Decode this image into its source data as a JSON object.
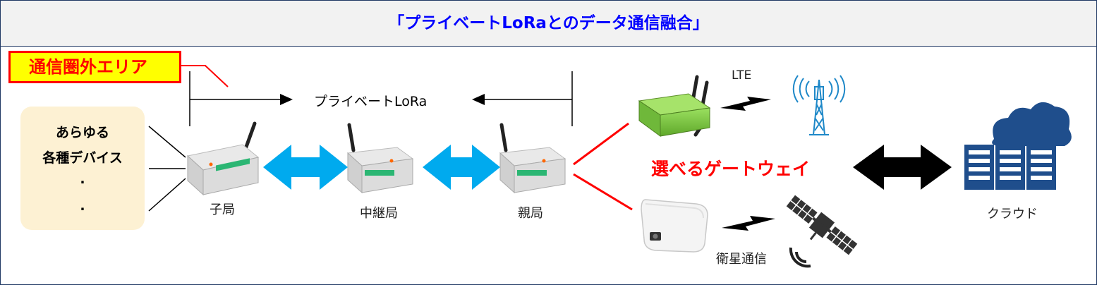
{
  "title": "「プライベートLoRaとのデータ通信融合」",
  "out_of_range_label": "通信圏外エリア",
  "devices": [
    "あらゆる",
    "各種デバイス",
    ".",
    "."
  ],
  "private_lora_label": "プライベートLoRa",
  "nodes": {
    "child": "子局",
    "relay": "中継局",
    "parent": "親局"
  },
  "gateway_label": "選べるゲートウェイ",
  "lte_label": "LTE",
  "satellite_label": "衛星通信",
  "cloud_label": "クラウド",
  "colors": {
    "title": "#0000ff",
    "accent_red": "#ff0000",
    "arrow_blue": "#00aaee",
    "navy": "#1f4e8c",
    "device_bg": "#fdf1d3",
    "area_bg": "#ffff00"
  }
}
